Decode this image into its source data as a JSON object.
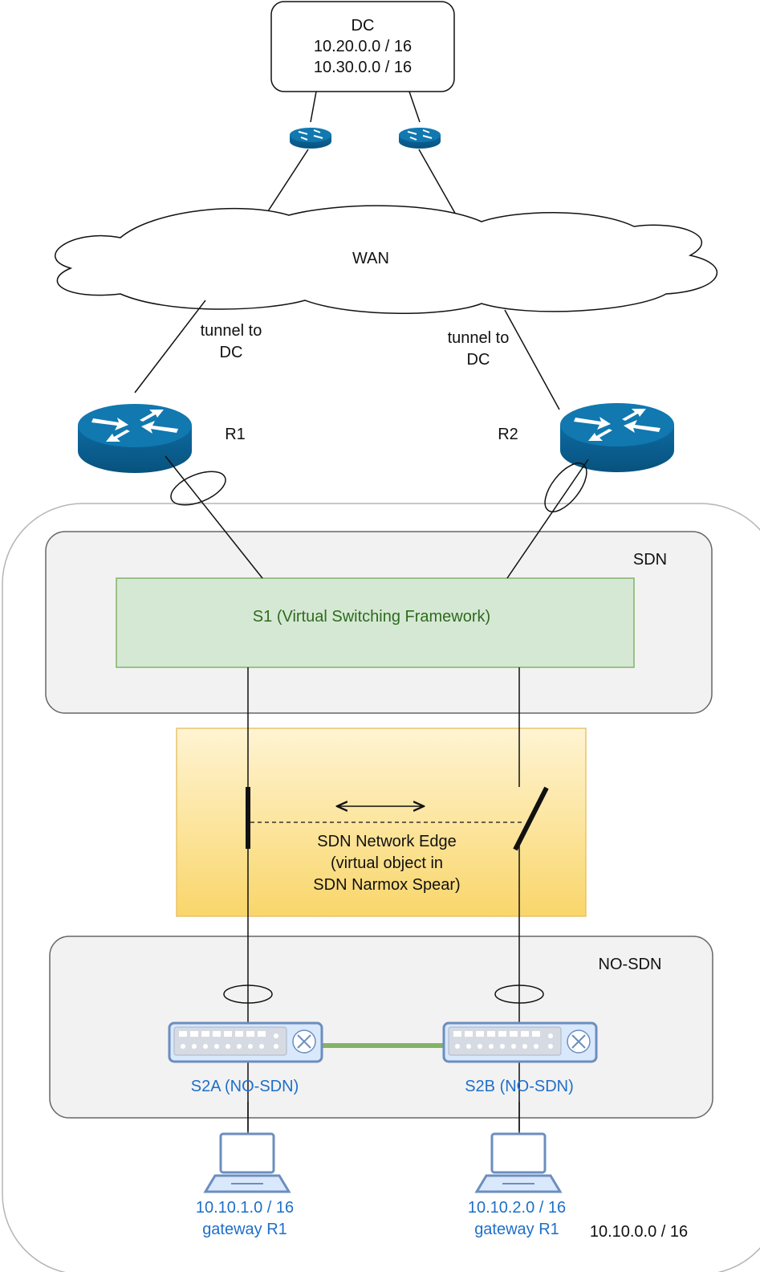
{
  "dc": {
    "title": "DC",
    "subnet_a": "10.20.0.0 / 16",
    "subnet_b": "10.30.0.0 / 16"
  },
  "wan": {
    "label": "WAN"
  },
  "tunnels": {
    "left": {
      "line1": "tunnel to",
      "line2": "DC"
    },
    "right": {
      "line1": "tunnel to",
      "line2": "DC"
    }
  },
  "routers": {
    "r1": "R1",
    "r2": "R2"
  },
  "zones": {
    "sdn": "SDN",
    "nosdn": "NO-SDN",
    "site_subnet": "10.10.0.0 / 16"
  },
  "s1": {
    "label": "S1 (Virtual Switching Framework)"
  },
  "edge": {
    "line1": "SDN Network Edge",
    "line2": "(virtual object in",
    "line3": "SDN Narmox Spear)"
  },
  "switches": {
    "s2a": "S2A (NO-SDN)",
    "s2b": "S2B (NO-SDN)"
  },
  "hosts": {
    "left": {
      "ip": "10.10.1.0 / 16",
      "gateway": "gateway R1"
    },
    "right": {
      "ip": "10.10.2.0 / 16",
      "gateway": "gateway R1"
    }
  },
  "icons": {
    "small_router": "router-icon",
    "large_router": "router-icon",
    "switch": "switch-icon",
    "laptop": "laptop-icon",
    "lag": "link-aggregation-icon",
    "cloud": "cloud-icon"
  },
  "colors": {
    "router": "#0b5e8e",
    "router_top": "#1178b0",
    "sdn_green_fill": "#d5e8d4",
    "sdn_green_stroke": "#82b366",
    "edge_yellow": "#fff2cc",
    "edge_orange": "#f8d775",
    "switch": "#dae8fc",
    "switch_stroke": "#6c8ebf",
    "switch_link": "#82b366",
    "host_text": "#1e6fc8"
  }
}
